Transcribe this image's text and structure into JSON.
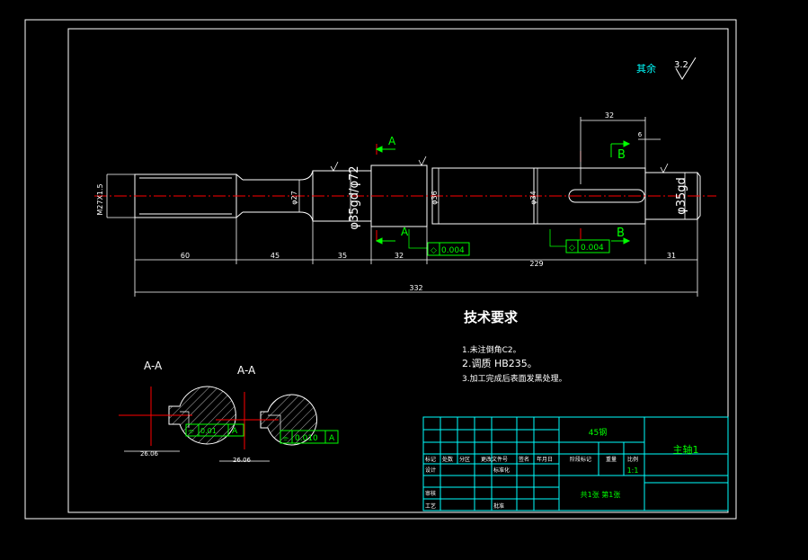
{
  "surface_note": {
    "label": "其余",
    "roughness": "3.2"
  },
  "dimensions": {
    "d_m27x15": "M27X1.5",
    "d_phi27": "φ27",
    "d_phi35gd_phi72": "φ35gd/φ72",
    "d_phi36": "φ36",
    "d_phi34": "φ34",
    "d_phi35gd": "φ35gd",
    "d_top32": "32",
    "d_6": "6",
    "d_60": "60",
    "d_45": "45",
    "d_35": "35",
    "d_32": "32",
    "d_229": "229",
    "d_31": "31",
    "d_332": "332"
  },
  "section_marks": {
    "a": "A",
    "b": "B"
  },
  "tolerances": {
    "left_value": "0.004",
    "right_value": "0.004"
  },
  "tech_requirements": {
    "title": "技术要求",
    "items": [
      "1.未注倒角C2。",
      "2.调质 HB235。",
      "3.加工完成后表面发黑处理。"
    ]
  },
  "sections": {
    "left": {
      "title": "A-A",
      "width": "26.06",
      "tol": "0.01",
      "datum": "A"
    },
    "right": {
      "title": "A-A",
      "width": "26.06",
      "tol": "0.010",
      "datum": "A"
    }
  },
  "title_block": {
    "material": "45钢",
    "part_name": "主轴1",
    "scale": "1:1",
    "sheet": "共1张 第1张",
    "headers": [
      "标记",
      "处数",
      "分区",
      "更改文件号",
      "签名",
      "年月日"
    ],
    "labels_mid": [
      "阶段标记",
      "重量",
      "比例"
    ],
    "row_labels": [
      "设计",
      "标准化",
      "审核",
      "工艺",
      "批准"
    ]
  },
  "colors": {
    "outline": "#ffffff",
    "dim": "#ffffff",
    "green": "#00ff00",
    "red": "#ff0000",
    "cyan": "#00ffff",
    "hatch": "#ffffff"
  }
}
